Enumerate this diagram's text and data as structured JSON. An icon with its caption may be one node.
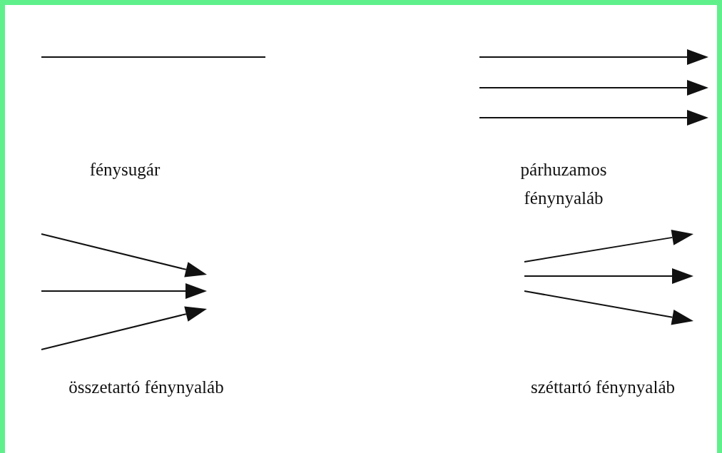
{
  "diagram": {
    "labels": [
      "fénysugár",
      "párhuzamos fénynyaláb",
      "összetartó fénynyaláb",
      "széttartó fénynyaláb"
    ]
  }
}
